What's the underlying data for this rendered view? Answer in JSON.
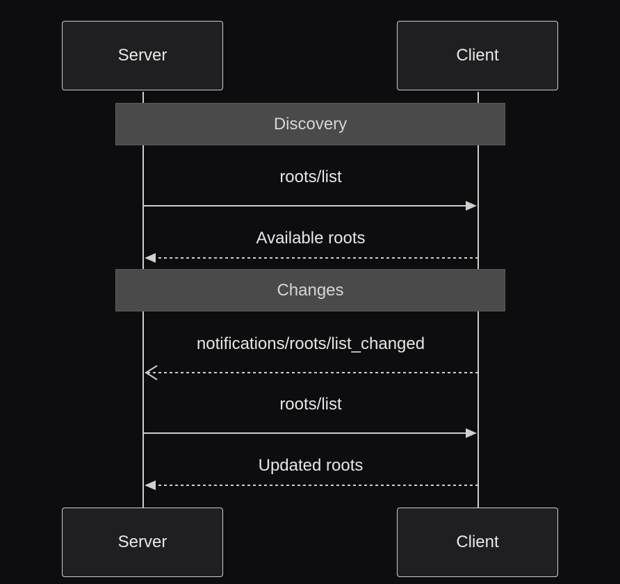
{
  "participants": {
    "server": "Server",
    "client": "Client"
  },
  "sections": [
    {
      "label": "Discovery"
    },
    {
      "label": "Changes"
    }
  ],
  "messages": [
    {
      "label": "roots/list",
      "from": "Server",
      "to": "Client",
      "style": "solid"
    },
    {
      "label": "Available roots",
      "from": "Client",
      "to": "Server",
      "style": "dashed"
    },
    {
      "label": "notifications/roots/list_changed",
      "from": "Client",
      "to": "Server",
      "style": "dashed-open"
    },
    {
      "label": "roots/list",
      "from": "Server",
      "to": "Client",
      "style": "solid"
    },
    {
      "label": "Updated roots",
      "from": "Client",
      "to": "Server",
      "style": "dashed"
    }
  ],
  "colors": {
    "background": "#0d0d0f",
    "participant_fill": "#1f1f21",
    "stroke": "#cfcfcf",
    "note_fill": "#4a4a4a"
  }
}
